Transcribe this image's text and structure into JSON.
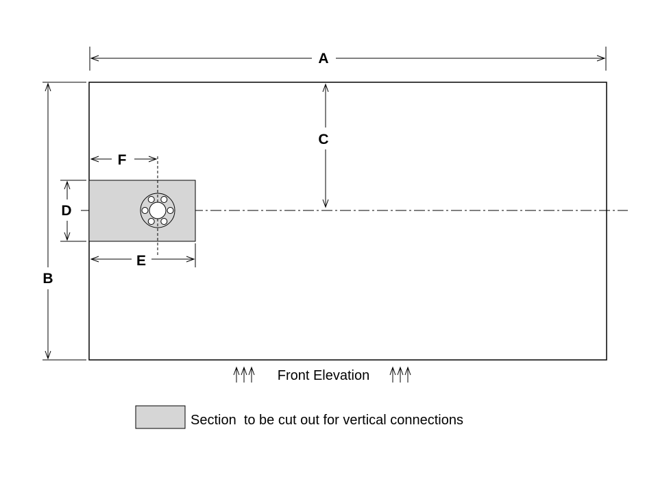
{
  "diagram": {
    "dimension_labels": {
      "a": "A",
      "b": "B",
      "c": "C",
      "d": "D",
      "e": "E",
      "f": "F"
    },
    "caption": "Front Elevation",
    "legend": {
      "text": "Section  to be cut out for vertical connections"
    },
    "colors": {
      "line": "#000000",
      "cutout_fill": "#d6d6d6",
      "background": "#ffffff"
    }
  }
}
